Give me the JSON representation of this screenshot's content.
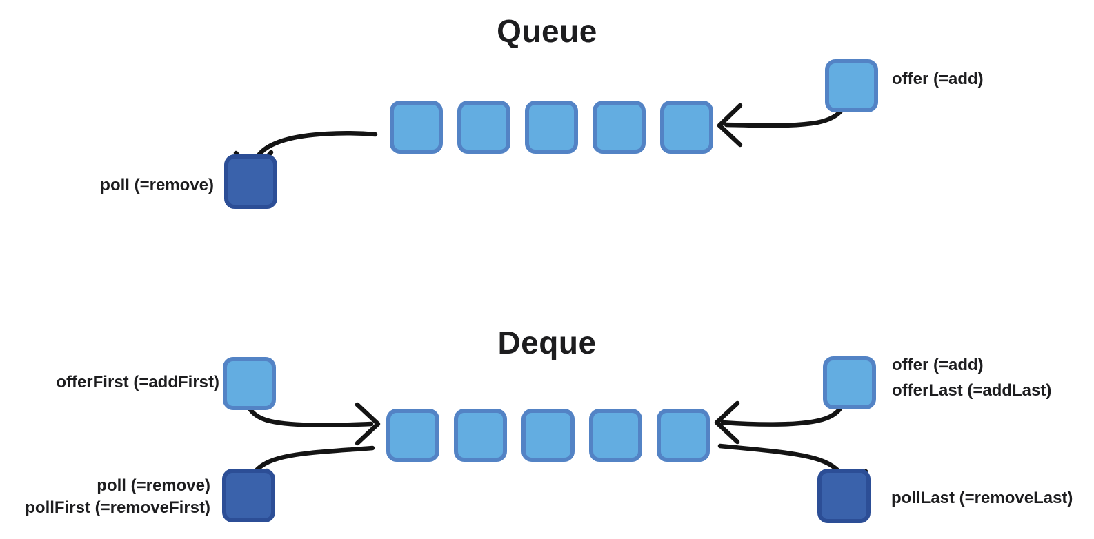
{
  "queue": {
    "title": "Queue",
    "cell_count": 5,
    "offer_label": "offer (=add)",
    "poll_label": "poll (=remove)"
  },
  "deque": {
    "title": "Deque",
    "cell_count": 5,
    "offer_first_label": "offerFirst (=addFirst)",
    "offer_label": "offer (=add)",
    "offer_last_label": "offerLast (=addLast)",
    "poll_label": "poll (=remove)",
    "poll_first_label": "pollFirst (=removeFirst)",
    "poll_last_label": "pollLast (=removeLast)"
  },
  "colors": {
    "cell_fill": "#63ADE1",
    "cell_border": "#5383C5",
    "removed_fill": "#3A62AB",
    "removed_border": "#2C4E96",
    "arrow": "#141414",
    "text": "#1D1D1F"
  }
}
